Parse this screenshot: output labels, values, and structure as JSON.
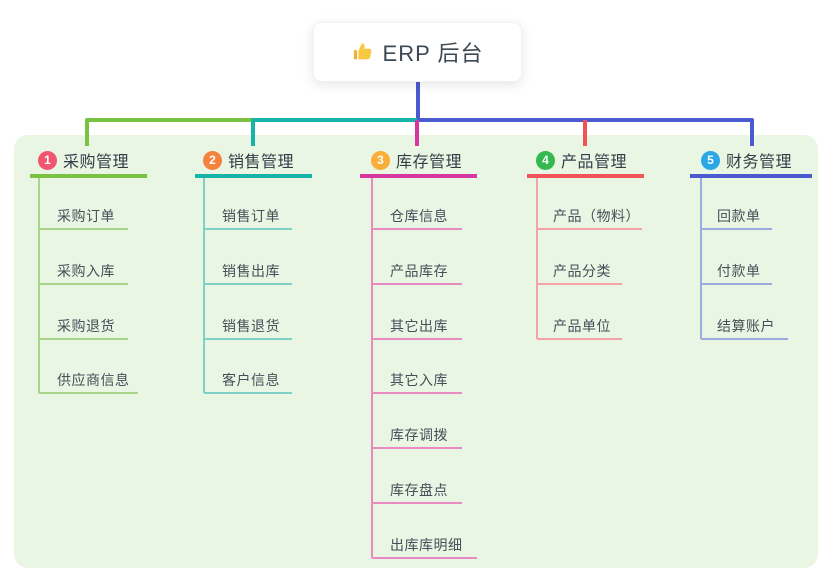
{
  "root": {
    "title": "ERP 后台",
    "icon": "thumbs-up-icon",
    "connector_color": "#4a5ad0"
  },
  "canvas": {
    "background": "#ffffff",
    "panel_color": "#e9f6e3"
  },
  "branches": [
    {
      "badge": "1",
      "label": "采购管理",
      "badge_color": "#f0566e",
      "line_color": "#7cc242",
      "child_line_color": "#a9d489",
      "children": [
        "采购订单",
        "采购入库",
        "采购退货",
        "供应商信息"
      ]
    },
    {
      "badge": "2",
      "label": "销售管理",
      "badge_color": "#f5823d",
      "line_color": "#16b3a8",
      "child_line_color": "#7fd0c7",
      "children": [
        "销售订单",
        "销售出库",
        "销售退货",
        "客户信息"
      ]
    },
    {
      "badge": "3",
      "label": "库存管理",
      "badge_color": "#fbad39",
      "line_color": "#d6389f",
      "child_line_color": "#ea8ac2",
      "children": [
        "仓库信息",
        "产品库存",
        "其它出库",
        "其它入库",
        "库存调拨",
        "库存盘点",
        "出库库明细"
      ]
    },
    {
      "badge": "4",
      "label": "产品管理",
      "badge_color": "#35b84f",
      "line_color": "#f25359",
      "child_line_color": "#f4a3a6",
      "children": [
        "产品（物料）",
        "产品分类",
        "产品单位"
      ]
    },
    {
      "badge": "5",
      "label": "财务管理",
      "badge_color": "#2ba6e6",
      "line_color": "#4a5ad0",
      "child_line_color": "#9dacdf",
      "children": [
        "回款单",
        "付款单",
        "结算账户"
      ]
    }
  ]
}
